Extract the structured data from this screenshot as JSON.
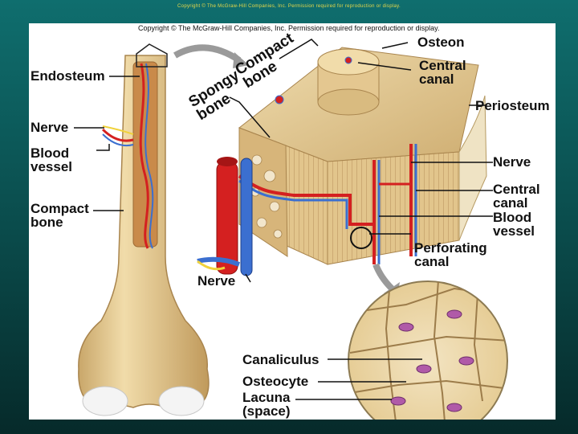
{
  "slide": {
    "top_copyright": "Copyright © The McGraw-Hill Companies, Inc. Permission required for reproduction or display.",
    "panel_copyright": "Copyright © The McGraw-Hill Companies, Inc. Permission required for reproduction or display."
  },
  "labels": {
    "endosteum": "Endosteum",
    "nerve_left": "Nerve",
    "blood_vessel_left": "Blood\nvessel",
    "compact_bone_left": "Compact\nbone",
    "spongy_bone": "Spongy\nbone",
    "compact_bone_rot": "Compact\nbone",
    "osteon": "Osteon",
    "central_canal_top": "Central\ncanal",
    "periosteum": "Periosteum",
    "nerve_right": "Nerve",
    "central_canal_right": "Central\ncanal",
    "blood_vessel_right": "Blood\nvessel",
    "perforating_canal": "Perforating\ncanal",
    "nerve_bottom": "Nerve",
    "canaliculus": "Canaliculus",
    "osteocyte": "Osteocyte",
    "lacuna": "Lacuna\n(space)"
  },
  "colors": {
    "bone": "#e8d09a",
    "bone_dark": "#c9a76a",
    "artery": "#d42020",
    "vein": "#3b6fd0",
    "nerve": "#f0d23c",
    "marrow": "#c98a4a",
    "osteocyte": "#b05aa8"
  }
}
